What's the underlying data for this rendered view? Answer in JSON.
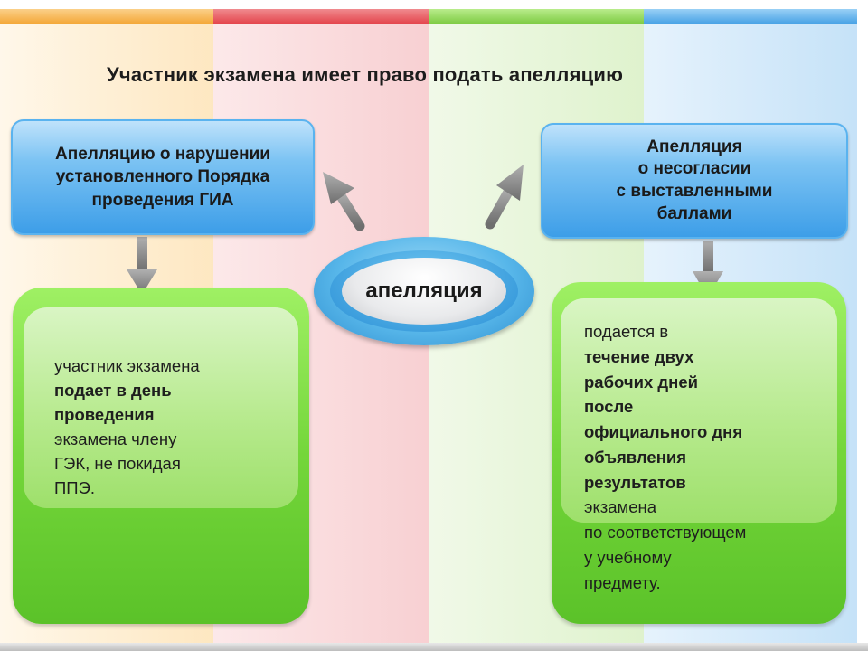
{
  "title": "Участник экзамена имеет право подать апелляцию",
  "center_label": "апелляция",
  "left": {
    "header_lines": [
      "Апелляцию о нарушении",
      "установленного Порядка",
      "проведения ГИА"
    ],
    "body": [
      {
        "text": "участник экзамена",
        "bold": false
      },
      {
        "text": "подает в день",
        "bold": true
      },
      {
        "text": "проведения",
        "bold": true
      },
      {
        "text": "экзамена члену",
        "bold": false
      },
      {
        "text": "ГЭК, не покидая",
        "bold": false
      },
      {
        "text": "ППЭ.",
        "bold": false
      }
    ]
  },
  "right": {
    "header_lines": [
      "Апелляция",
      "о несогласии",
      "с выставленными",
      "баллами"
    ],
    "body": [
      {
        "text": "подается в",
        "bold": false
      },
      {
        "text": "течение двух",
        "bold": true
      },
      {
        "text": "рабочих дней",
        "bold": true
      },
      {
        "text": "после",
        "bold": true
      },
      {
        "text": "официального дня",
        "bold": true
      },
      {
        "text": "объявления",
        "bold": true
      },
      {
        "text": "результатов",
        "bold": true
      },
      {
        "text": "экзамена",
        "bold": false
      },
      {
        "text": "по соответствующем",
        "bold": false
      },
      {
        "text": "у учебному",
        "bold": false
      },
      {
        "text": "предмету.",
        "bold": false
      }
    ]
  },
  "colors": {
    "band_orange": "#f7b54a",
    "band_red": "#e9585e",
    "band_green": "#8fd45a",
    "band_blue": "#5aaee8",
    "box_blue": "#4aa8ec",
    "box_green": "#6fd13a",
    "arrow_gray": "#8a8a8a"
  }
}
